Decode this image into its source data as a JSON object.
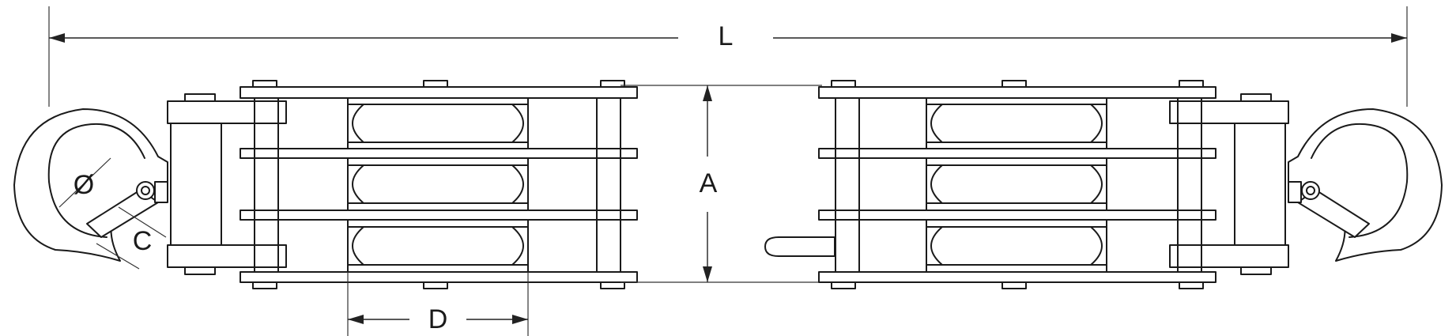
{
  "labels": {
    "length": "L",
    "sheave_spacing": "A",
    "sheave_diameter": "D",
    "hook_opening": "C",
    "hook_throat_diameter": "Ø"
  }
}
